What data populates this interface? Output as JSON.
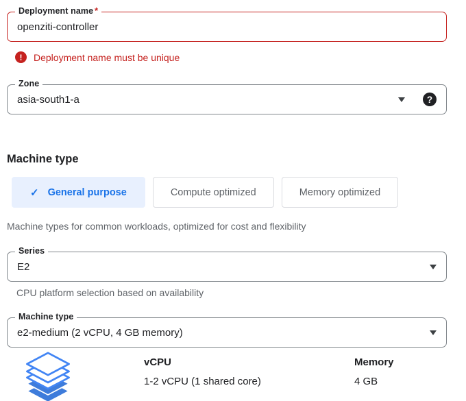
{
  "colors": {
    "accent_blue": "#1a73e8",
    "error_red": "#c5221f",
    "selected_tab_bg": "#e8f0fe",
    "text_dark": "#202124",
    "text_gray": "#5f6368",
    "field_border_gray": "#80868b",
    "tab_border_gray": "#dadce0",
    "series_icon_blue": "#4285f4"
  },
  "glyphs": {
    "check": "✓",
    "help": "?",
    "error": "!"
  },
  "fields": {
    "deployment": {
      "label": "Deployment name",
      "required_marker": "*",
      "value": "openziti-controller",
      "error_message": "Deployment name must be unique"
    },
    "zone": {
      "label": "Zone",
      "value": "asia-south1-a"
    },
    "series": {
      "label": "Series",
      "value": "E2",
      "helper": "CPU platform selection based on availability"
    },
    "machine_type": {
      "label": "Machine type",
      "value": "e2-medium (2 vCPU, 4 GB memory)"
    }
  },
  "machine_type_section": {
    "heading": "Machine type",
    "tabs": [
      {
        "label": "General purpose",
        "selected": true
      },
      {
        "label": "Compute optimized",
        "selected": false
      },
      {
        "label": "Memory optimized",
        "selected": false
      }
    ],
    "description": "Machine types for common workloads, optimized for cost and flexibility"
  },
  "specs": {
    "columns": [
      {
        "header": "vCPU",
        "value": "1-2 vCPU (1 shared core)"
      },
      {
        "header": "Memory",
        "value": "4 GB"
      }
    ]
  }
}
